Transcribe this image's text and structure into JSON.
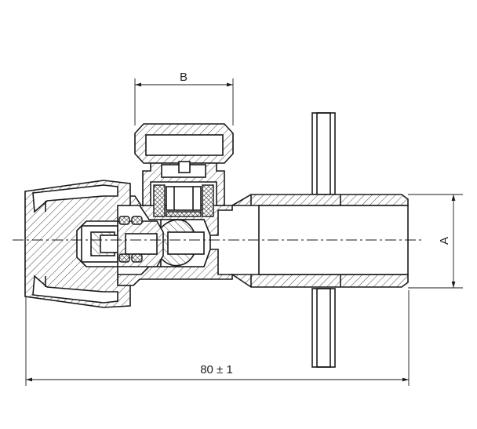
{
  "dimensions": {
    "top_label": "B",
    "side_label": "A",
    "bottom_label": "80 ± 1"
  }
}
